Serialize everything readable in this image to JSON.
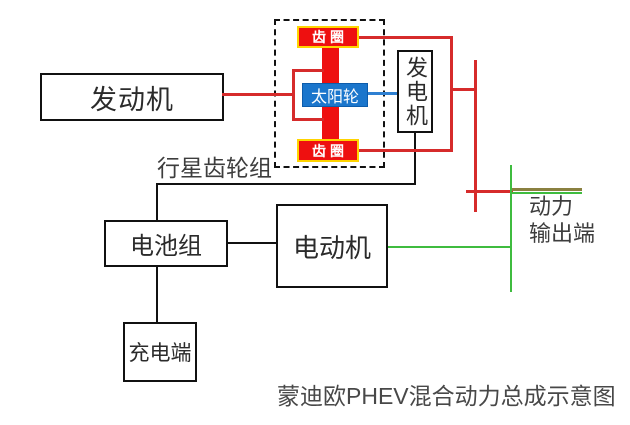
{
  "diagram": {
    "caption": "蒙迪欧PHEV混合动力总成示意图",
    "nodes": {
      "engine": "发动机",
      "generator": "发电机",
      "battery": "电池组",
      "motor": "电动机",
      "charger": "充电端",
      "sun_gear": "太阳轮",
      "ring_gear_top": "齿圈",
      "ring_gear_bottom": "齿圈"
    },
    "labels": {
      "planetary_group": "行星齿轮组",
      "power_output_line1": "动力",
      "power_output_line2": "输出端"
    },
    "colors": {
      "red-fill": "#ee1010",
      "red-line": "#d62b2b",
      "yellow": "#ffd400",
      "blue-fill": "#1b76cc",
      "blue-line": "#2e80d2",
      "green": "#3fbc3f",
      "olive": "#8a8040",
      "ink": "#111111"
    }
  }
}
